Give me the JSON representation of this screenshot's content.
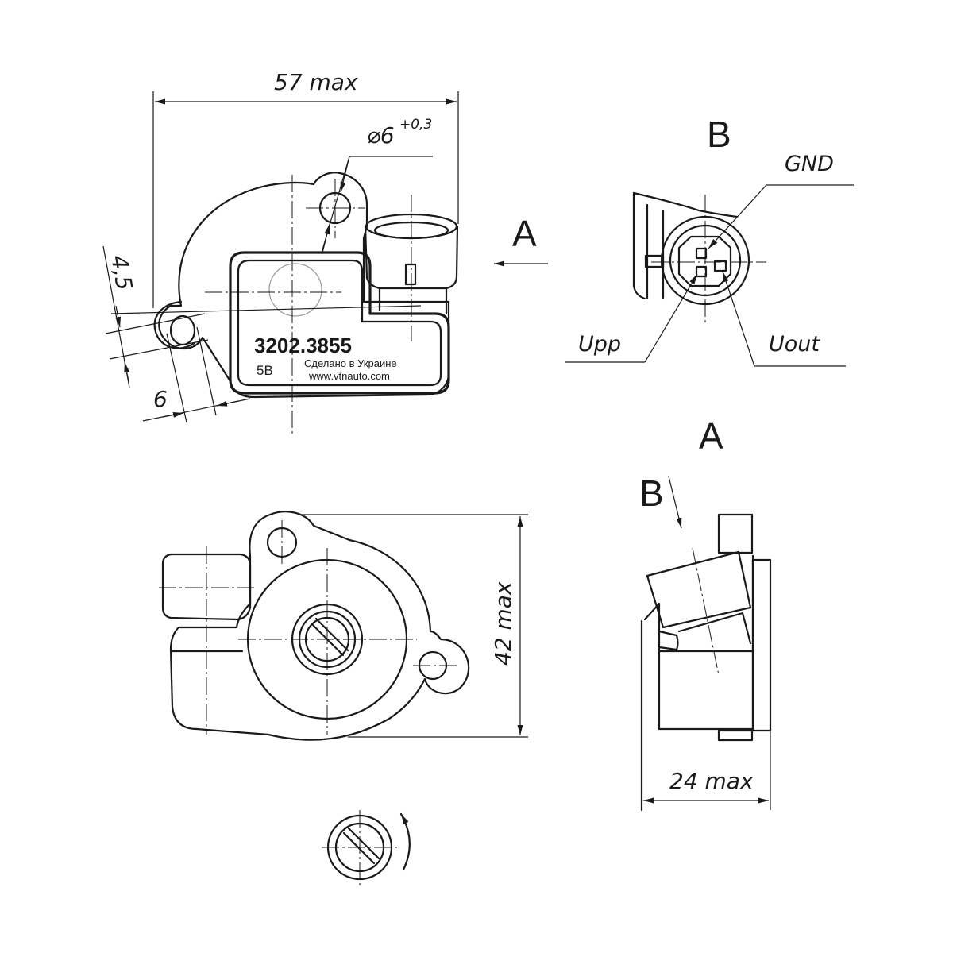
{
  "dimensions": {
    "width_top": "57 max",
    "hole_diameter": "⌀6",
    "hole_tolerance": "+0,3",
    "offset_45": "4,5",
    "slot_6": "6",
    "height_42": "42 max",
    "depth_24": "24 max"
  },
  "views": {
    "view_a_arrow_label": "A",
    "view_a_title": "A",
    "view_b_title": "B",
    "view_b_arrow_label": "B"
  },
  "pins": {
    "gnd": "GND",
    "upp": "Upp",
    "uout": "Uout"
  },
  "housing_label": {
    "part_number": "3202.3855",
    "voltage": "5В",
    "made_in": "Сделано в Украине",
    "website": "www.vtnauto.com"
  }
}
